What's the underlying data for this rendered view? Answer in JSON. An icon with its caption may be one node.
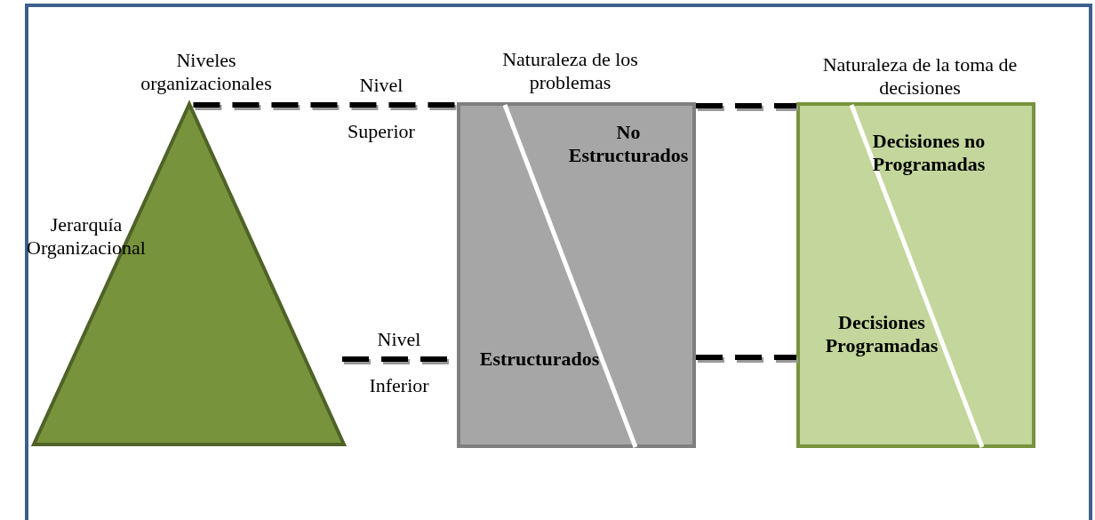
{
  "diagram": {
    "nodes": [
      {
        "text": [
          "Niveles organizacionales",
          "Jerarquía Organizacional"
        ]
      },
      {
        "text": [
          "Naturaleza de los problemas",
          "No Estructurados",
          "Estructurados"
        ]
      },
      {
        "text": [
          "Naturaleza de la toma de decisiones",
          "Decisiones no Programadas",
          "Decisiones Programadas"
        ]
      }
    ],
    "edges": [
      {
        "from": 0,
        "to": 1,
        "arrow": "none",
        "style": "dashed"
      },
      {
        "from": 1,
        "to": 2,
        "arrow": "none",
        "style": "dashed"
      },
      {
        "from": null,
        "to": 1,
        "arrow": "none",
        "style": "dashed"
      },
      {
        "from": 1,
        "to": 2,
        "arrow": "none",
        "style": "dashed"
      }
    ],
    "labels": [
      "Nivel Superior",
      "Nivel Inferior"
    ]
  }
}
